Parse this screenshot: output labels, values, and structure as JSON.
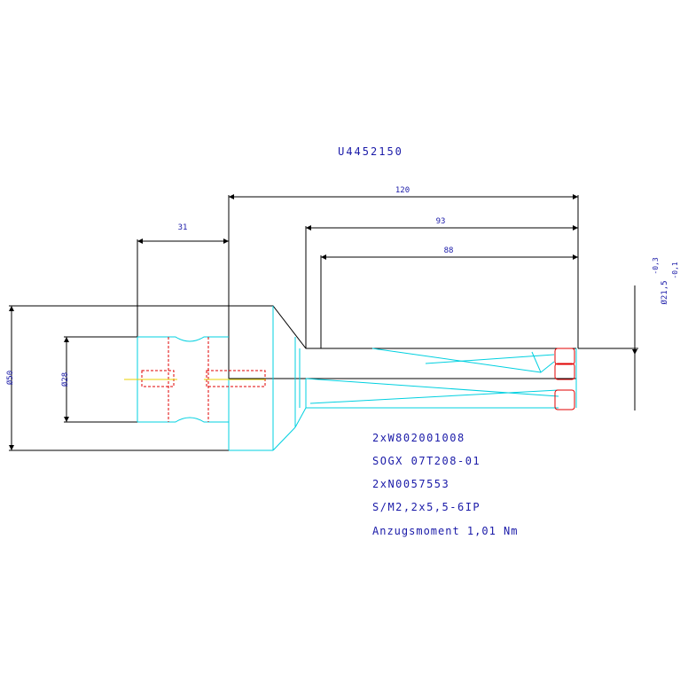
{
  "drawing": {
    "part_number": "U4452150",
    "dimensions": {
      "overall_length": "120",
      "length_1": "93",
      "length_2": "88",
      "shank_offset": "31",
      "shank_diameter": "Ø50",
      "bore_diameter": "Ø28",
      "cut_diameter": "Ø21,5",
      "tolerance_upper": "-0,3",
      "tolerance_lower": "-0,1"
    },
    "notes": [
      "2xW802001008",
      "SOGX 07T208-01",
      "2xN0057553",
      "S/M2,2x5,5-6IP",
      "Anzugsmoment 1,01 Nm"
    ]
  },
  "colors": {
    "outline": "#000000",
    "detail": "#00d0e0",
    "hidden": "#e00000",
    "axis": "#e8d000",
    "text": "#1a1aa8"
  }
}
